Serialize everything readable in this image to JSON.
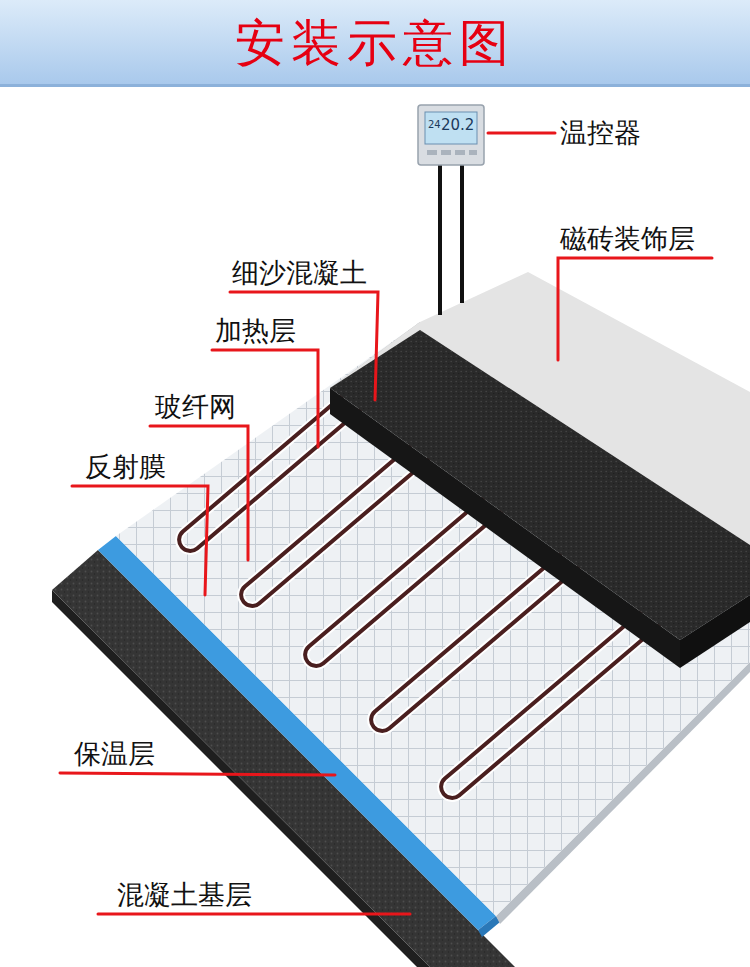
{
  "diagram": {
    "title": "安装示意图",
    "labels": [
      "温控器",
      "24",
      "20.2",
      "磁砖装饰层",
      "细沙混凝土",
      "加热层",
      "玻纤网",
      "反射膜",
      "保温层",
      "混凝土基层"
    ]
  }
}
